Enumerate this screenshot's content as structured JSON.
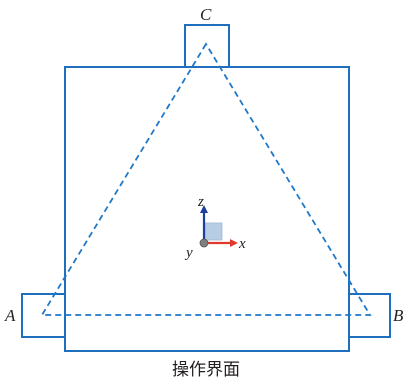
{
  "labels": {
    "point_a": "A",
    "point_b": "B",
    "point_c": "C",
    "axis_x": "x",
    "axis_y": "y",
    "axis_z": "z"
  },
  "caption": "操作界面",
  "colors": {
    "outline": "#1f6fbf",
    "dashed": "#1f78c8",
    "axis_x": "#e03a2f",
    "axis_z": "#1f3f9f",
    "cube": "#b7cde3"
  }
}
